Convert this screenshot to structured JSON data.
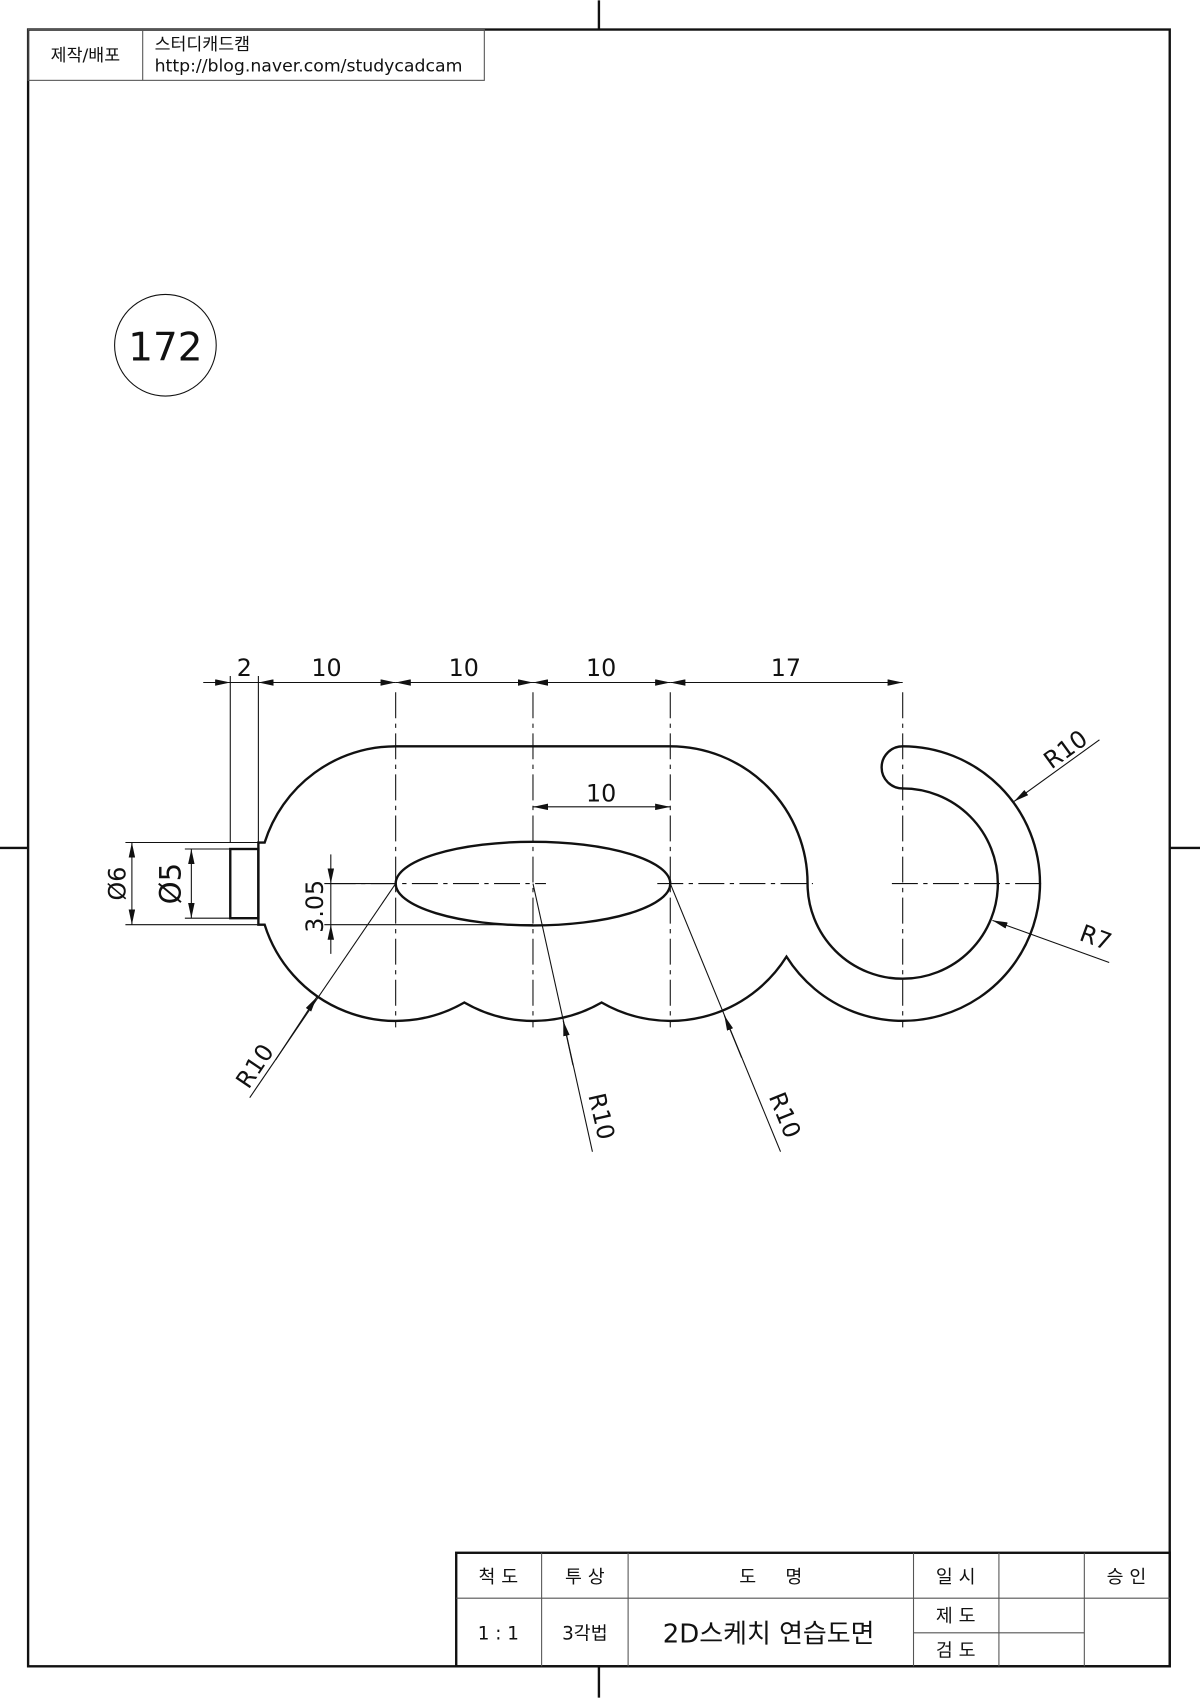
{
  "header": {
    "label": "제작/배포",
    "author": "스터디캐드캠",
    "url": "http://blog.naver.com/studycadcam"
  },
  "drawing_number": "172",
  "dimensions": {
    "top_chain": [
      "2",
      "10",
      "10",
      "10",
      "17"
    ],
    "inner_width": "10",
    "stem_outer_dia": "Ø6",
    "stem_inner_dia": "Ø5",
    "ellipse_half_height": "3.05",
    "radius_left": "R10",
    "radius_mid": "R10",
    "radius_right": "R10",
    "radius_hook_outer": "R10",
    "radius_hook_inner": "R7"
  },
  "title_block": {
    "scale_label": "척 도",
    "scale_value": "1 : 1",
    "projection_label": "투 상",
    "projection_value": "3각법",
    "name_label": "도     명",
    "name_value": "2D스케치 연습도면",
    "date_label": "일 시",
    "drawn_label": "제 도",
    "checked_label": "검 도",
    "approval_label": "승 인"
  }
}
